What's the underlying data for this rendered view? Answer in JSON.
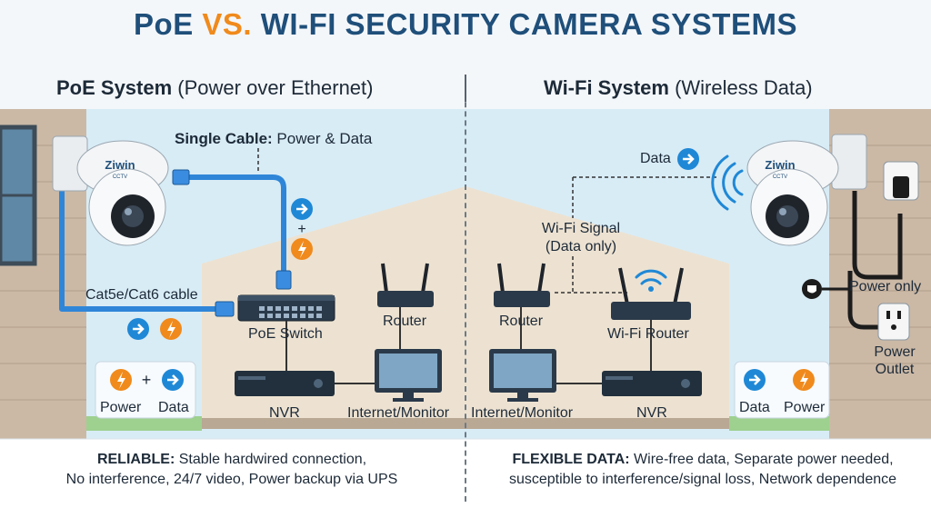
{
  "title": {
    "part1": "PoE ",
    "vs": "VS.",
    "part2": " WI-FI SECURITY CAMERA SYSTEMS"
  },
  "poe": {
    "heading_bold": "PoE System",
    "heading_rest": " (Power over Ethernet)",
    "single_cable_bold": "Single Cable:",
    "single_cable_rest": " Power & Data",
    "camera_brand": "Ziwin",
    "camera_sub": "CCTV",
    "cable_label": "Cat5e/Cat6 cable",
    "switch_label": "PoE Switch",
    "router_label": "Router",
    "nvr_label": "NVR",
    "monitor_label": "Internet/Monitor",
    "legend_plus": "+",
    "legend_power": "Power",
    "legend_data": "Data",
    "arrow_plus": "+",
    "caption_bold": "RELIABLE:",
    "caption_line1": " Stable hardwired connection,",
    "caption_line2": "No interference, 24/7 video, Power backup via UPS"
  },
  "wifi": {
    "heading_bold": "Wi-Fi System",
    "heading_rest": " (Wireless Data)",
    "data_label": "Data",
    "signal_line1": "Wi-Fi Signal",
    "signal_line2": "(Data only)",
    "camera_brand": "Ziwin",
    "camera_sub": "CCTV",
    "power_only": "Power only",
    "outlet_line1": "Power",
    "outlet_line2": "Outlet",
    "router_label": "Router",
    "wifi_router_label": "Wi-Fi Router",
    "monitor_label": "Internet/Monitor",
    "nvr_label": "NVR",
    "legend_data": "Data",
    "legend_power": "Power",
    "caption_bold": "FLEXIBLE DATA:",
    "caption_line1": " Wire-free data, Separate power needed,",
    "caption_line2": "susceptible to interference/signal loss, Network dependence"
  },
  "colors": {
    "accent_blue": "#1f88d6",
    "accent_orange": "#f08a1c",
    "title_blue": "#1f4f7a",
    "cable_blue": "#2f86d8"
  }
}
